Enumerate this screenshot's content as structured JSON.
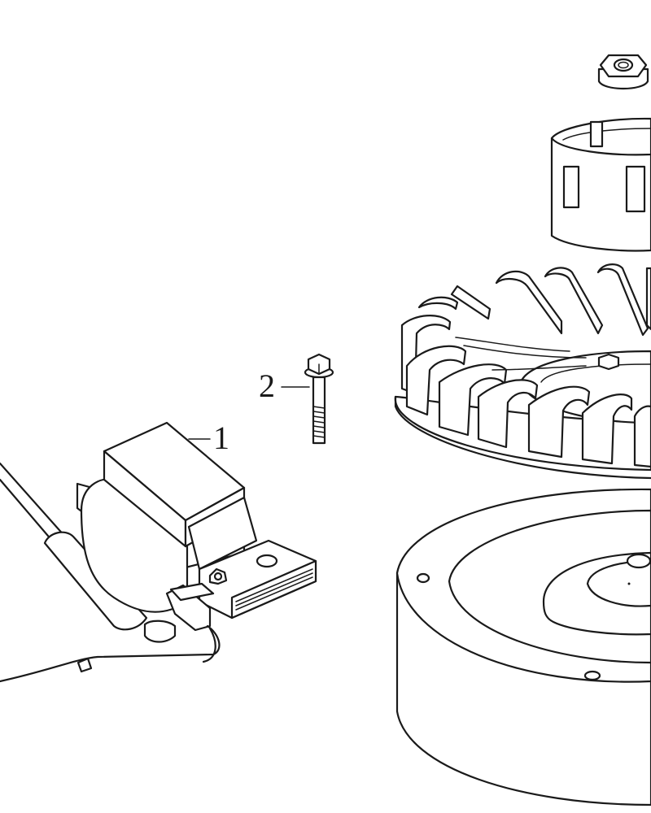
{
  "callouts": [
    {
      "id": "ignition-coil",
      "label": "1"
    },
    {
      "id": "bolt",
      "label": "2"
    }
  ],
  "line_color": "#1a1a1a",
  "background": "#ffffff"
}
